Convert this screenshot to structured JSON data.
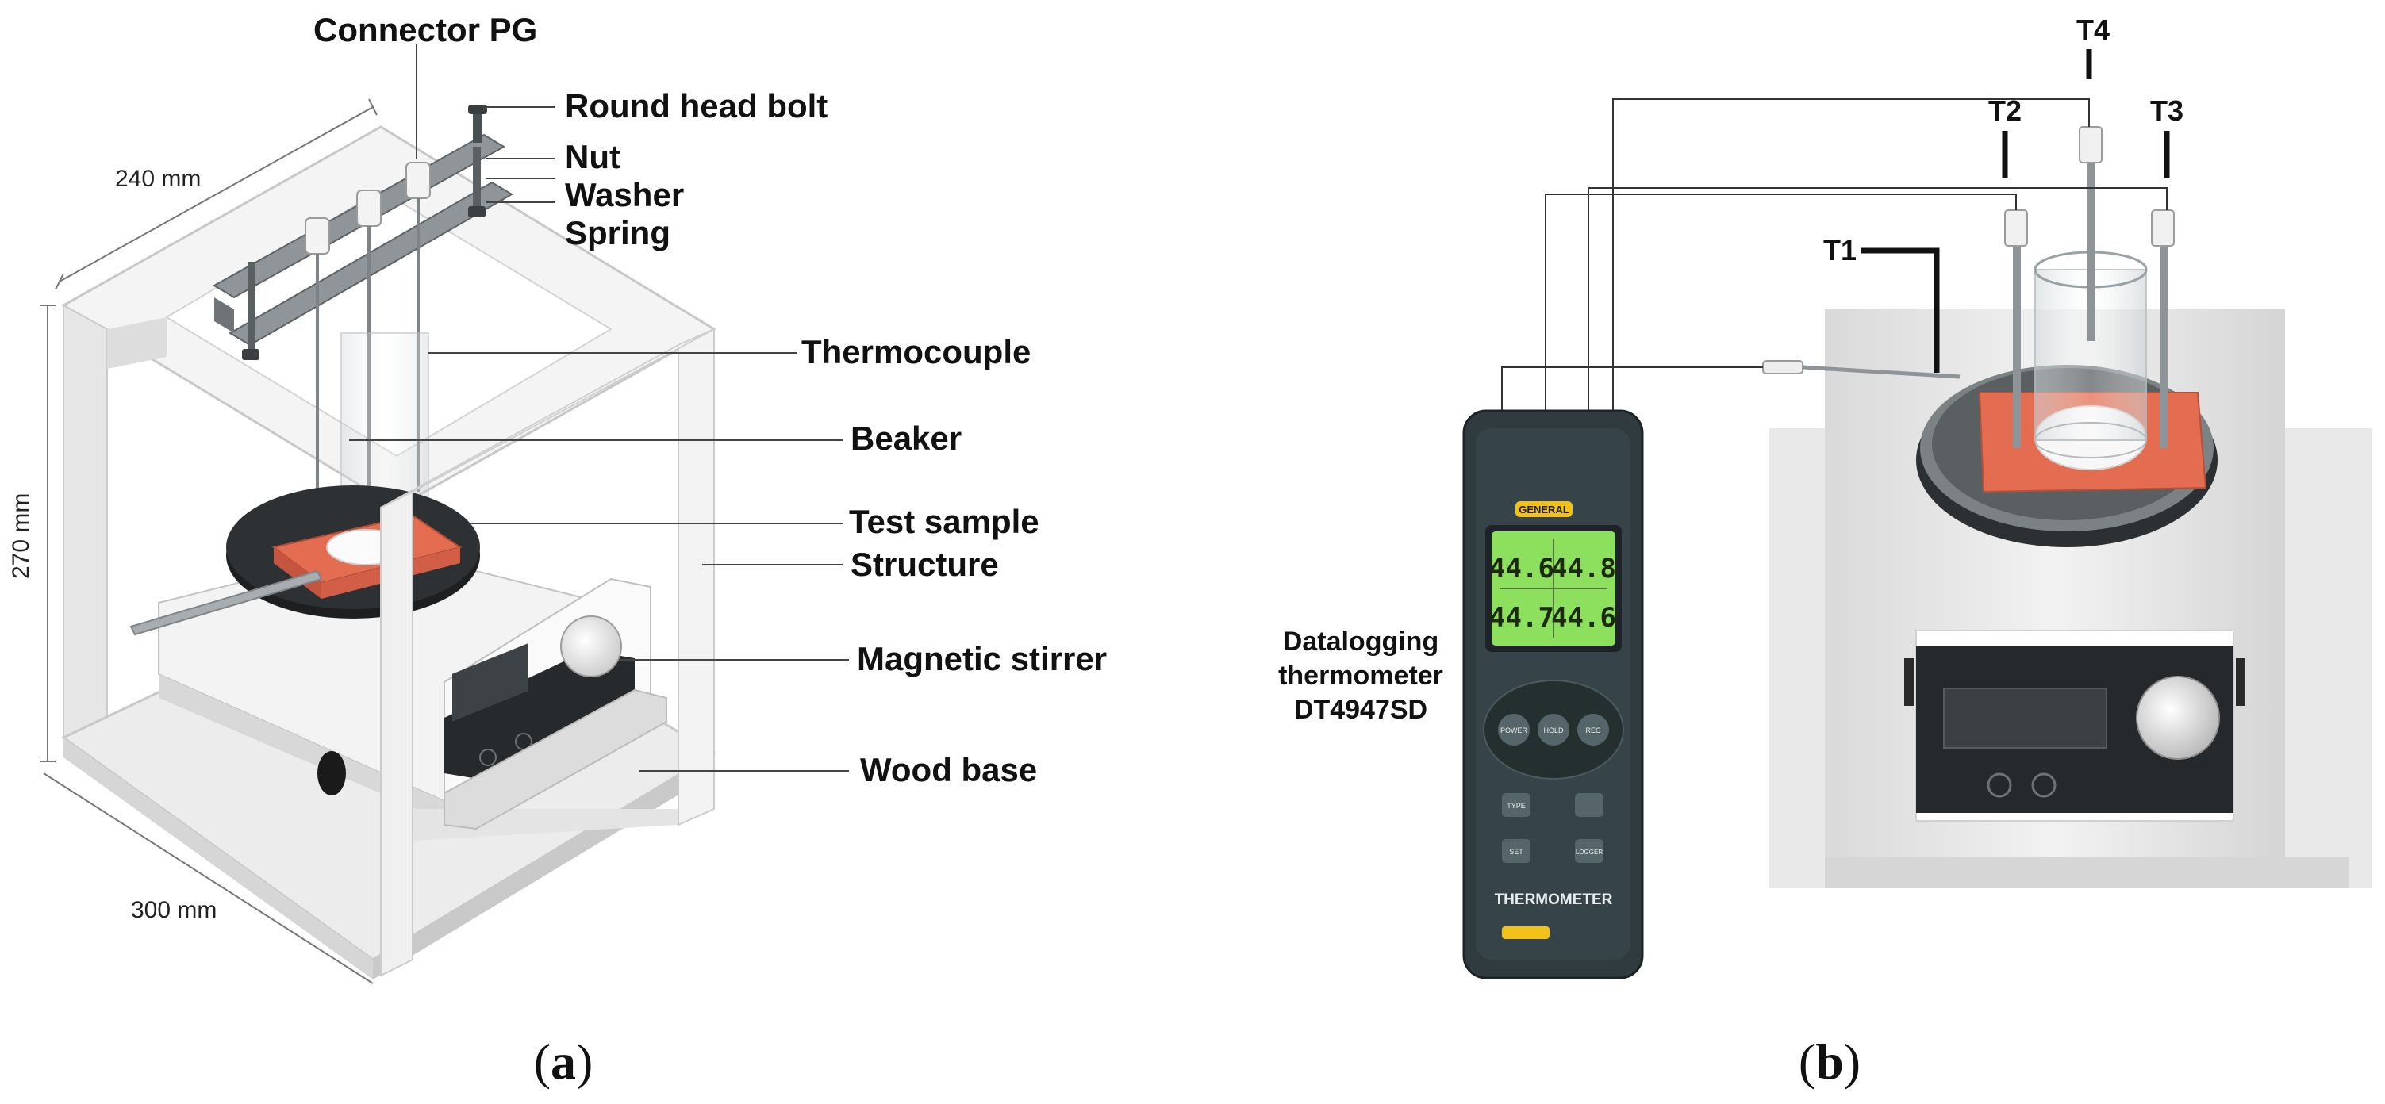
{
  "panel_a": {
    "labels": {
      "connector_pg": "Connector PG",
      "round_head_bolt": "Round head bolt",
      "nut": "Nut",
      "washer": "Washer",
      "spring": "Spring",
      "thermocouple": "Thermocouple",
      "beaker": "Beaker",
      "test_sample": "Test sample",
      "structure": "Structure",
      "magnetic_stirrer": "Magnetic stirrer",
      "wood_base": "Wood base"
    },
    "dimensions": {
      "width": "240 mm",
      "height": "270 mm",
      "depth": "300 mm"
    },
    "caption_open": "(",
    "caption_letter": "a",
    "caption_close": ")"
  },
  "panel_b": {
    "probes": {
      "t1": "T1",
      "t2": "T2",
      "t3": "T3",
      "t4": "T4"
    },
    "device_label": {
      "line1": "Datalogging",
      "line2": "thermometer",
      "line3": "DT4947SD"
    },
    "meter": {
      "brand": "GENERAL",
      "reading_1": "44.6",
      "reading_2": "44.8",
      "reading_3": "44.7",
      "reading_4": "44.6",
      "key_power": "POWER",
      "key_hold": "HOLD",
      "key_rec": "REC",
      "key_type": "TYPE",
      "key_set": "SET",
      "key_logger": "LOGGER",
      "model_name": "THERMOMETER"
    },
    "caption_open": "(",
    "caption_letter": "b",
    "caption_close": ")"
  },
  "colors": {
    "sample_orange": "#e46c50",
    "lcd_green": "#8de05e",
    "meter_body": "#2f3b3f",
    "brand_yellow": "#f2c21a",
    "frame_white": "#f5f5f5"
  }
}
